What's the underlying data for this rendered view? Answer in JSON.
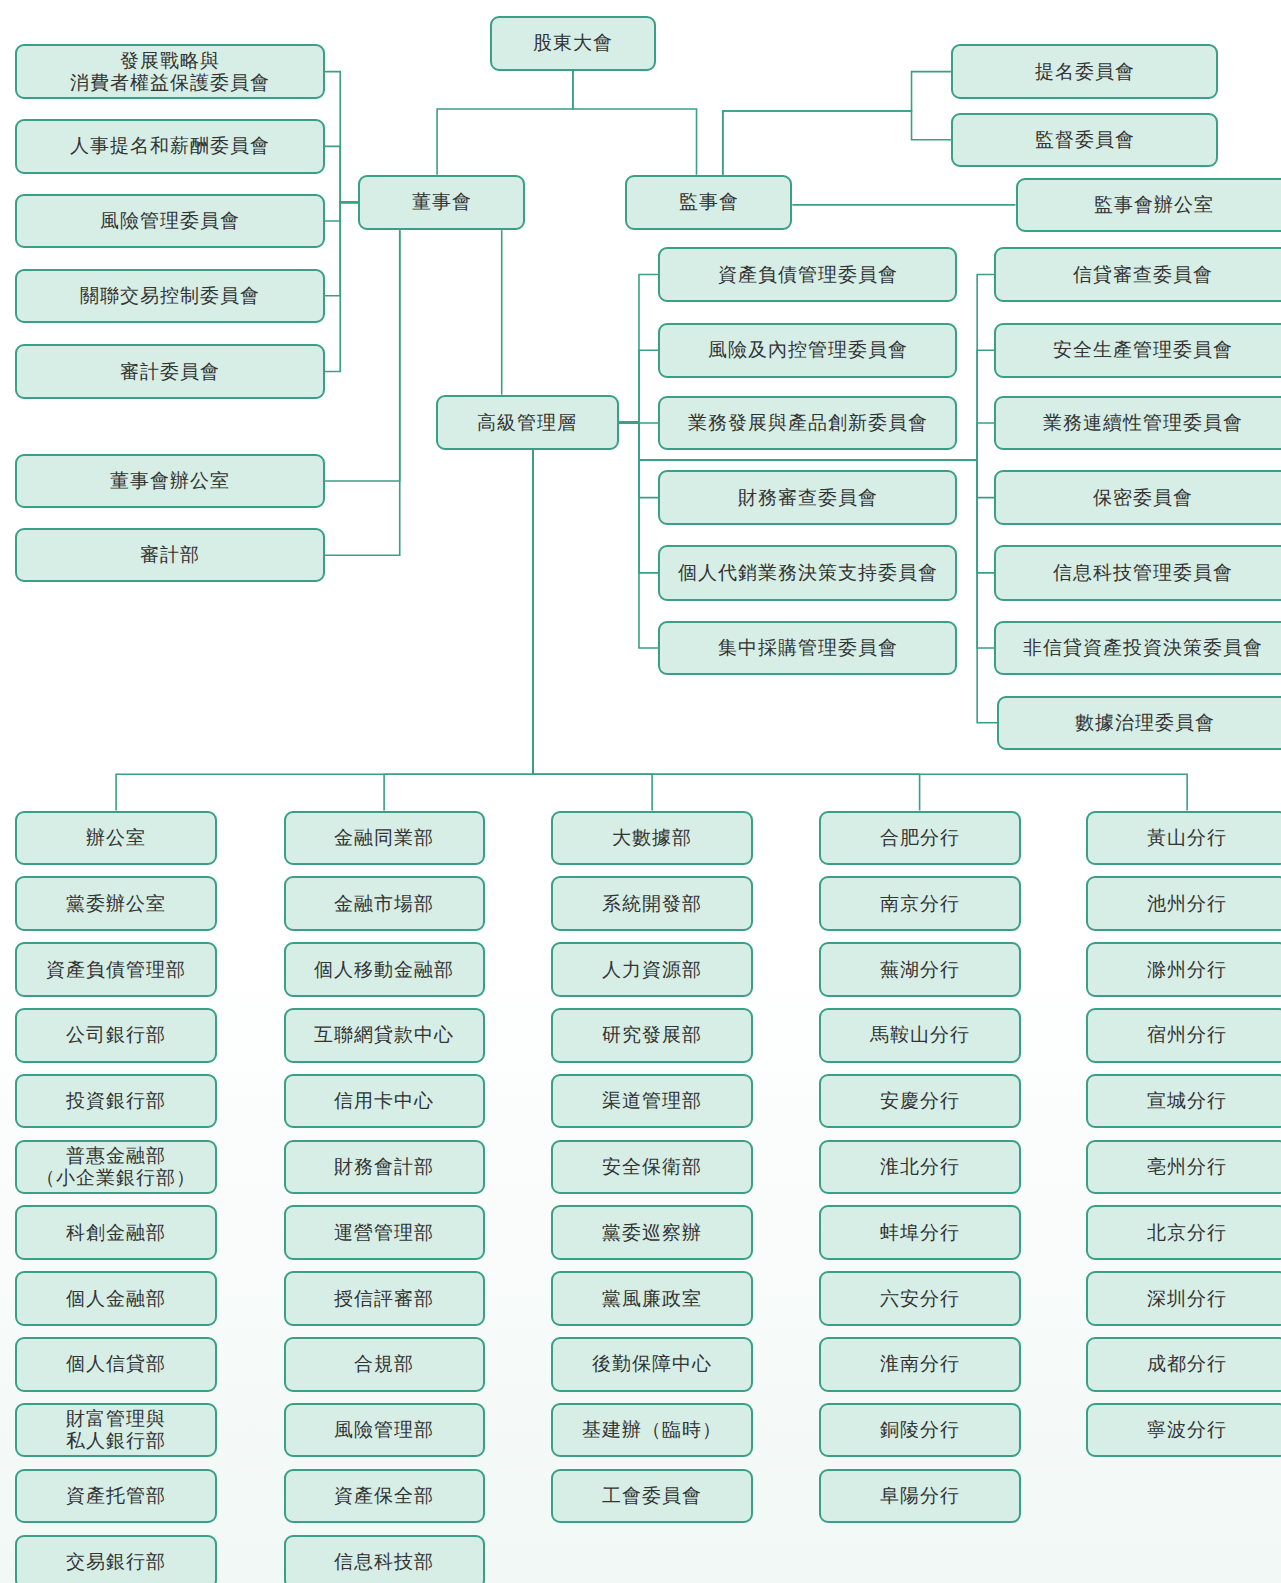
{
  "diagram": {
    "nodes": [
      {
        "text": [
          "股東大會"
        ]
      },
      {
        "text": [
          "董事會"
        ]
      },
      {
        "text": [
          "監事會"
        ]
      },
      {
        "text": [
          "發展戰略與 消費者權益保護委員會"
        ]
      },
      {
        "text": [
          "人事提名和薪酬委員會"
        ]
      },
      {
        "text": [
          "風險管理委員會"
        ]
      },
      {
        "text": [
          "關聯交易控制委員會"
        ]
      },
      {
        "text": [
          "審計委員會"
        ]
      },
      {
        "text": [
          "董事會辦公室"
        ]
      },
      {
        "text": [
          "審計部"
        ]
      },
      {
        "text": [
          "提名委員會"
        ]
      },
      {
        "text": [
          "監督委員會"
        ]
      },
      {
        "text": [
          "監事會辦公室"
        ]
      },
      {
        "text": [
          "高級管理層"
        ]
      },
      {
        "text": [
          "資產負債管理委員會"
        ]
      },
      {
        "text": [
          "風險及內控管理委員會"
        ]
      },
      {
        "text": [
          "業務發展與產品創新委員會"
        ]
      },
      {
        "text": [
          "財務審查委員會"
        ]
      },
      {
        "text": [
          "個人代銷業務決策支持委員會"
        ]
      },
      {
        "text": [
          "集中採購管理委員會"
        ]
      },
      {
        "text": [
          "信貸審查委員會"
        ]
      },
      {
        "text": [
          "安全生產管理委員會"
        ]
      },
      {
        "text": [
          "業務連續性管理委員會"
        ]
      },
      {
        "text": [
          "保密委員會"
        ]
      },
      {
        "text": [
          "信息科技管理委員會"
        ]
      },
      {
        "text": [
          "非信貸資產投資決策委員會"
        ]
      },
      {
        "text": [
          "數據治理委員會"
        ]
      },
      {
        "text": [
          "辦公室"
        ]
      },
      {
        "text": [
          "黨委辦公室"
        ]
      },
      {
        "text": [
          "資產負債管理部"
        ]
      },
      {
        "text": [
          "公司銀行部"
        ]
      },
      {
        "text": [
          "投資銀行部"
        ]
      },
      {
        "text": [
          "普惠金融部 （小企業銀行部）"
        ]
      },
      {
        "text": [
          "科創金融部"
        ]
      },
      {
        "text": [
          "個人金融部"
        ]
      },
      {
        "text": [
          "個人信貸部"
        ]
      },
      {
        "text": [
          "財富管理與 私人銀行部"
        ]
      },
      {
        "text": [
          "資產托管部"
        ]
      },
      {
        "text": [
          "交易銀行部"
        ]
      },
      {
        "text": [
          "金融同業部"
        ]
      },
      {
        "text": [
          "金融市場部"
        ]
      },
      {
        "text": [
          "個人移動金融部"
        ]
      },
      {
        "text": [
          "互聯網貸款中心"
        ]
      },
      {
        "text": [
          "信用卡中心"
        ]
      },
      {
        "text": [
          "財務會計部"
        ]
      },
      {
        "text": [
          "運營管理部"
        ]
      },
      {
        "text": [
          "授信評審部"
        ]
      },
      {
        "text": [
          "合規部"
        ]
      },
      {
        "text": [
          "風險管理部"
        ]
      },
      {
        "text": [
          "資產保全部"
        ]
      },
      {
        "text": [
          "信息科技部"
        ]
      },
      {
        "text": [
          "大數據部"
        ]
      },
      {
        "text": [
          "系統開發部"
        ]
      },
      {
        "text": [
          "人力資源部"
        ]
      },
      {
        "text": [
          "研究發展部"
        ]
      },
      {
        "text": [
          "渠道管理部"
        ]
      },
      {
        "text": [
          "安全保衛部"
        ]
      },
      {
        "text": [
          "黨委巡察辦"
        ]
      },
      {
        "text": [
          "黨風廉政室"
        ]
      },
      {
        "text": [
          "後勤保障中心"
        ]
      },
      {
        "text": [
          "基建辦（臨時）"
        ]
      },
      {
        "text": [
          "工會委員會"
        ]
      },
      {
        "text": [
          "合肥分行"
        ]
      },
      {
        "text": [
          "南京分行"
        ]
      },
      {
        "text": [
          "蕪湖分行"
        ]
      },
      {
        "text": [
          "馬鞍山分行"
        ]
      },
      {
        "text": [
          "安慶分行"
        ]
      },
      {
        "text": [
          "淮北分行"
        ]
      },
      {
        "text": [
          "蚌埠分行"
        ]
      },
      {
        "text": [
          "六安分行"
        ]
      },
      {
        "text": [
          "淮南分行"
        ]
      },
      {
        "text": [
          "銅陵分行"
        ]
      },
      {
        "text": [
          "阜陽分行"
        ]
      },
      {
        "text": [
          "黃山分行"
        ]
      },
      {
        "text": [
          "池州分行"
        ]
      },
      {
        "text": [
          "滁州分行"
        ]
      },
      {
        "text": [
          "宿州分行"
        ]
      },
      {
        "text": [
          "宣城分行"
        ]
      },
      {
        "text": [
          "亳州分行"
        ]
      },
      {
        "text": [
          "北京分行"
        ]
      },
      {
        "text": [
          "深圳分行"
        ]
      },
      {
        "text": [
          "成都分行"
        ]
      },
      {
        "text": [
          "寧波分行"
        ]
      }
    ],
    "edges": [
      {
        "from": 0,
        "to": 1,
        "arrow": "none"
      },
      {
        "from": 0,
        "to": 2,
        "arrow": "none"
      },
      {
        "from": 1,
        "to": 3,
        "arrow": "none"
      },
      {
        "from": 1,
        "to": 4,
        "arrow": "none"
      },
      {
        "from": 1,
        "to": 5,
        "arrow": "none"
      },
      {
        "from": 1,
        "to": 6,
        "arrow": "none"
      },
      {
        "from": 1,
        "to": 7,
        "arrow": "none"
      },
      {
        "from": 1,
        "to": 8,
        "arrow": "none"
      },
      {
        "from": 1,
        "to": 9,
        "arrow": "none"
      },
      {
        "from": 1,
        "to": 13,
        "arrow": "none"
      },
      {
        "from": 2,
        "to": 10,
        "arrow": "none"
      },
      {
        "from": 2,
        "to": 11,
        "arrow": "none"
      },
      {
        "from": 2,
        "to": 12,
        "arrow": "none"
      },
      {
        "from": 13,
        "to": 14,
        "arrow": "none"
      },
      {
        "from": 13,
        "to": 15,
        "arrow": "none"
      },
      {
        "from": 13,
        "to": 16,
        "arrow": "none"
      },
      {
        "from": 13,
        "to": 17,
        "arrow": "none"
      },
      {
        "from": 13,
        "to": 18,
        "arrow": "none"
      },
      {
        "from": 13,
        "to": 19,
        "arrow": "none"
      },
      {
        "from": 13,
        "to": 20,
        "arrow": "none"
      },
      {
        "from": 13,
        "to": 21,
        "arrow": "none"
      },
      {
        "from": 13,
        "to": 22,
        "arrow": "none"
      },
      {
        "from": 13,
        "to": 23,
        "arrow": "none"
      },
      {
        "from": 13,
        "to": 24,
        "arrow": "none"
      },
      {
        "from": 13,
        "to": 25,
        "arrow": "none"
      },
      {
        "from": 13,
        "to": 26,
        "arrow": "none"
      },
      {
        "from": 13,
        "to": 27,
        "arrow": "none"
      },
      {
        "from": 13,
        "to": 39,
        "arrow": "none"
      },
      {
        "from": 13,
        "to": 51,
        "arrow": "none"
      },
      {
        "from": 13,
        "to": 62,
        "arrow": "none"
      },
      {
        "from": 13,
        "to": 73,
        "arrow": "none"
      }
    ]
  }
}
